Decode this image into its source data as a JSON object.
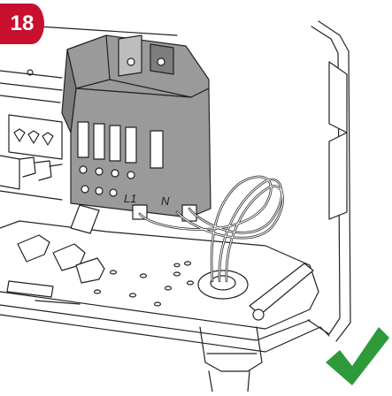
{
  "step": {
    "number": "18",
    "badge_color": "#c8102e"
  },
  "terminal_labels": {
    "line": "L1",
    "neutral": "N"
  },
  "check": {
    "icon": "checkmark-icon",
    "color": "#2e9a3a"
  },
  "colors": {
    "outline": "#222222",
    "terminal_block": "#9a9a9a",
    "terminal_block_dark": "#7d7d7d",
    "terminal_block_light": "#bdbdbd"
  }
}
